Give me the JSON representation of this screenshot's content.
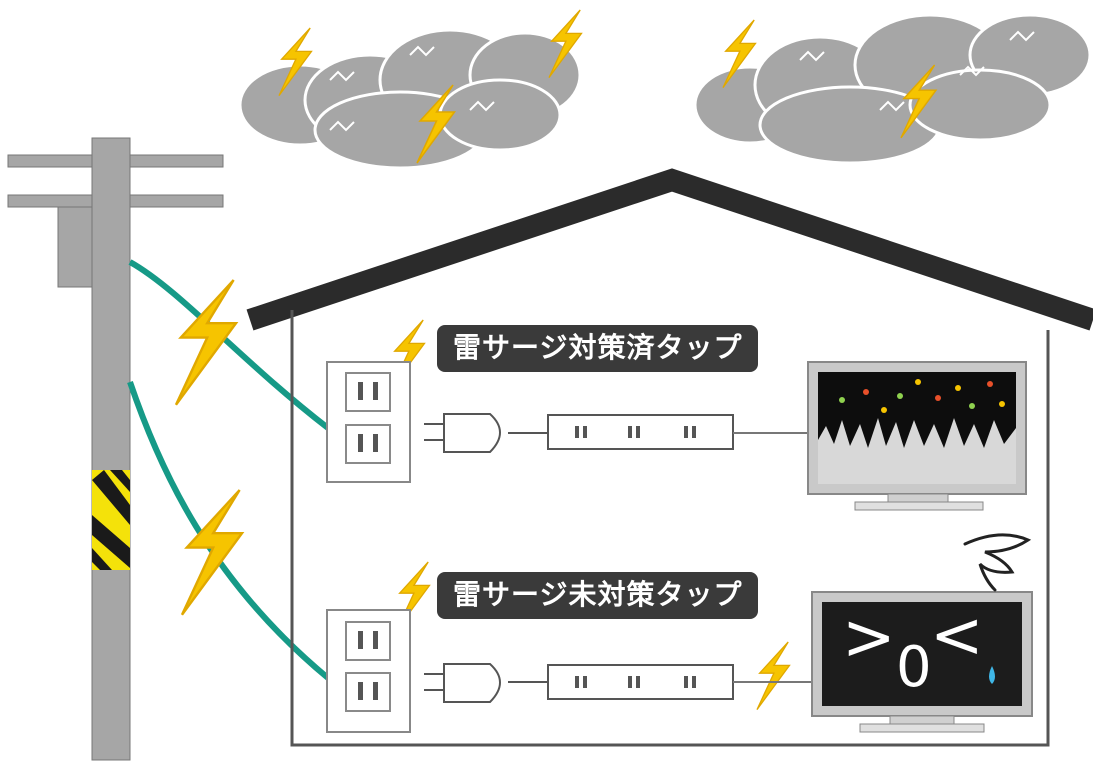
{
  "labels": {
    "protected_tap": "雷サージ対策済タップ",
    "unprotected_tap": "雷サージ未対策タップ"
  },
  "damaged_tv_face": {
    "left_eye": ">",
    "mouth": "0",
    "right_eye": "<"
  },
  "colors": {
    "lightning": "#f6c400",
    "wire": "#169a87",
    "roof": "#2b2b2b",
    "cloud": "#a3a3a3",
    "pole": "#a6a6a6",
    "label_background": "#3a3a3a",
    "hazard_yellow": "#f4e20a",
    "screen_dark": "#1c1c1c"
  },
  "icons": [
    "storm-cloud-icon",
    "lightning-bolt-icon",
    "utility-pole-icon",
    "wall-outlet-icon",
    "plug-icon",
    "power-strip-icon",
    "television-icon"
  ]
}
